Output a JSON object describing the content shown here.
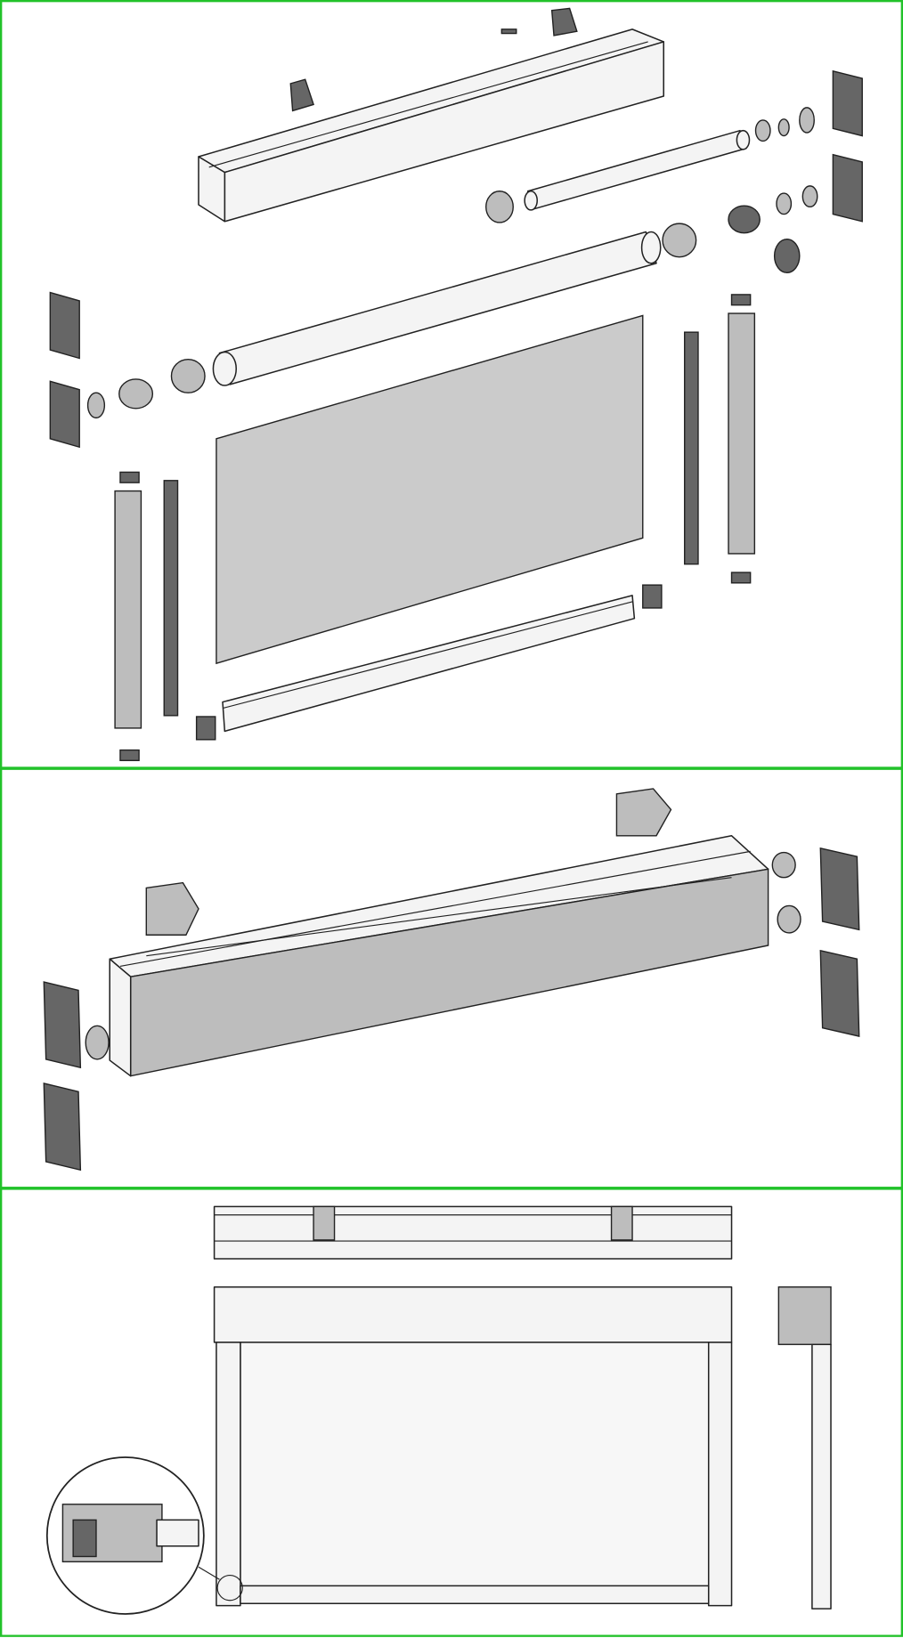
{
  "colors": {
    "panel_border": "#22c22a",
    "line": "#222222",
    "fabric": "#cbcbcb",
    "part_fill": "#f4f4f4",
    "dark_part": "#666666"
  },
  "panels": [
    "exploded-view-full-system",
    "exploded-view-cassette",
    "assembled-front-and-side-view"
  ]
}
